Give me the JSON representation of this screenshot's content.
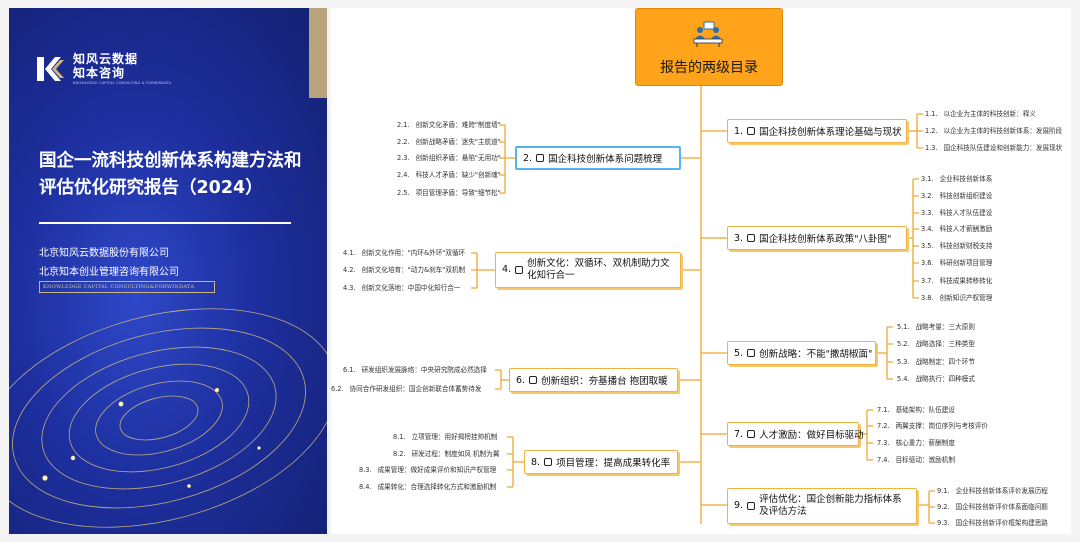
{
  "cover": {
    "logo_line1": "知风云数据",
    "logo_line2": "知本咨询",
    "logo_en": "KNOWLEDGE CAPITAL CONSULTING & FORWINDATA",
    "title_line1": "国企一流科技创新体系构建方法和",
    "title_line2": "评估优化研究报告（2024）",
    "company1": "北京知风云数据股份有限公司",
    "company2": "北京知本创业管理咨询有限公司",
    "company_en": "KNOWLEDGE CAPITAL CONSULTING&FORWINDATA"
  },
  "mindmap": {
    "root": "报告的两级目录",
    "branches": [
      {
        "num": "1.",
        "label": "国企科技创新体系理论基础与现状",
        "items": [
          {
            "num": "1.1.",
            "text": "以企业为主体的科技创新：释义"
          },
          {
            "num": "1.2.",
            "text": "以企业为主体的科技创新体系：发展阶段"
          },
          {
            "num": "1.3.",
            "text": "国企科技队伍建设和创新能力：发展现状"
          }
        ]
      },
      {
        "num": "2.",
        "label": "国企科技创新体系问题梳理",
        "items": [
          {
            "num": "2.1.",
            "text": "创新文化矛盾：难跨\"制度墙\""
          },
          {
            "num": "2.2.",
            "text": "创新战略矛盾：迷失\"主航道\""
          },
          {
            "num": "2.3.",
            "text": "创新组织矛盾：悬陷\"无用功\""
          },
          {
            "num": "2.4.",
            "text": "科技人才矛盾：缺少\"创新魂\""
          },
          {
            "num": "2.5.",
            "text": "项目管理矛盾：导致\"细节松\""
          }
        ]
      },
      {
        "num": "3.",
        "label": "国企科技创新体系政策\"八卦图\"",
        "items": [
          {
            "num": "3.1.",
            "text": "企业科技创新体系"
          },
          {
            "num": "3.2.",
            "text": "科技创新组织建设"
          },
          {
            "num": "3.3.",
            "text": "科技人才队伍建设"
          },
          {
            "num": "3.4.",
            "text": "科技人才薪酬激励"
          },
          {
            "num": "3.5.",
            "text": "科技创新财税支持"
          },
          {
            "num": "3.6.",
            "text": "科研创新项目管理"
          },
          {
            "num": "3.7.",
            "text": "科技成果转移转化"
          },
          {
            "num": "3.8.",
            "text": "创新知识产权管理"
          }
        ]
      },
      {
        "num": "4.",
        "label": "创新文化：双循环、双机制助力文化知行合一",
        "items": [
          {
            "num": "4.1.",
            "text": "创新文化作用：\"内环&外环\"双循环"
          },
          {
            "num": "4.2.",
            "text": "创新文化培育：\"动力&刹车\"双机制"
          },
          {
            "num": "4.3.",
            "text": "创新文化落地：中国中化知行合一"
          }
        ]
      },
      {
        "num": "5.",
        "label": "创新战略：不能\"撒胡椒面\"",
        "items": [
          {
            "num": "5.1.",
            "text": "战略考量：三大原则"
          },
          {
            "num": "5.2.",
            "text": "战略选择：三种类型"
          },
          {
            "num": "5.3.",
            "text": "战略制定：四个环节"
          },
          {
            "num": "5.4.",
            "text": "战略执行：四种模式"
          }
        ]
      },
      {
        "num": "6.",
        "label": "创新组织：夯基播台 抱团取暖",
        "items": [
          {
            "num": "6.1.",
            "text": "研发组织发展脉络：中央研究院成必然选择"
          },
          {
            "num": "6.2.",
            "text": "协同合作研发组织：国企创新联合体蓄势待发"
          }
        ]
      },
      {
        "num": "7.",
        "label": "人才激励：做好目标驱动",
        "items": [
          {
            "num": "7.1.",
            "text": "基础架构：队伍建设"
          },
          {
            "num": "7.2.",
            "text": "两翼支撑：岗位序列与考核评价"
          },
          {
            "num": "7.3.",
            "text": "核心重力：薪酬制度"
          },
          {
            "num": "7.4.",
            "text": "目标驱动：激励机制"
          }
        ]
      },
      {
        "num": "8.",
        "label": "项目管理：提高成果转化率",
        "items": [
          {
            "num": "8.1.",
            "text": "立项管理：用好揭榜挂帅机制"
          },
          {
            "num": "8.2.",
            "text": "研发过程：制度如风 机制为翼"
          },
          {
            "num": "8.3.",
            "text": "成果管理：做好成果评价和知识产权管理"
          },
          {
            "num": "8.4.",
            "text": "成果转化：合理选择转化方式和激励机制"
          }
        ]
      },
      {
        "num": "9.",
        "label": "评估优化：国企创新能力指标体系及评估方法",
        "items": [
          {
            "num": "9.1.",
            "text": "企业科技创新体系评价发展历程"
          },
          {
            "num": "9.2.",
            "text": "国企科技创新评价体系面临问题"
          },
          {
            "num": "9.3.",
            "text": "国企科技创新评价框架构建思路"
          }
        ]
      }
    ]
  },
  "colors": {
    "cover_blue": "#1d2f9e",
    "accent_gold": "#c9b682",
    "root_orange": "#ffa31a",
    "connector": "#f0a830",
    "selected": "#55b4f0"
  }
}
